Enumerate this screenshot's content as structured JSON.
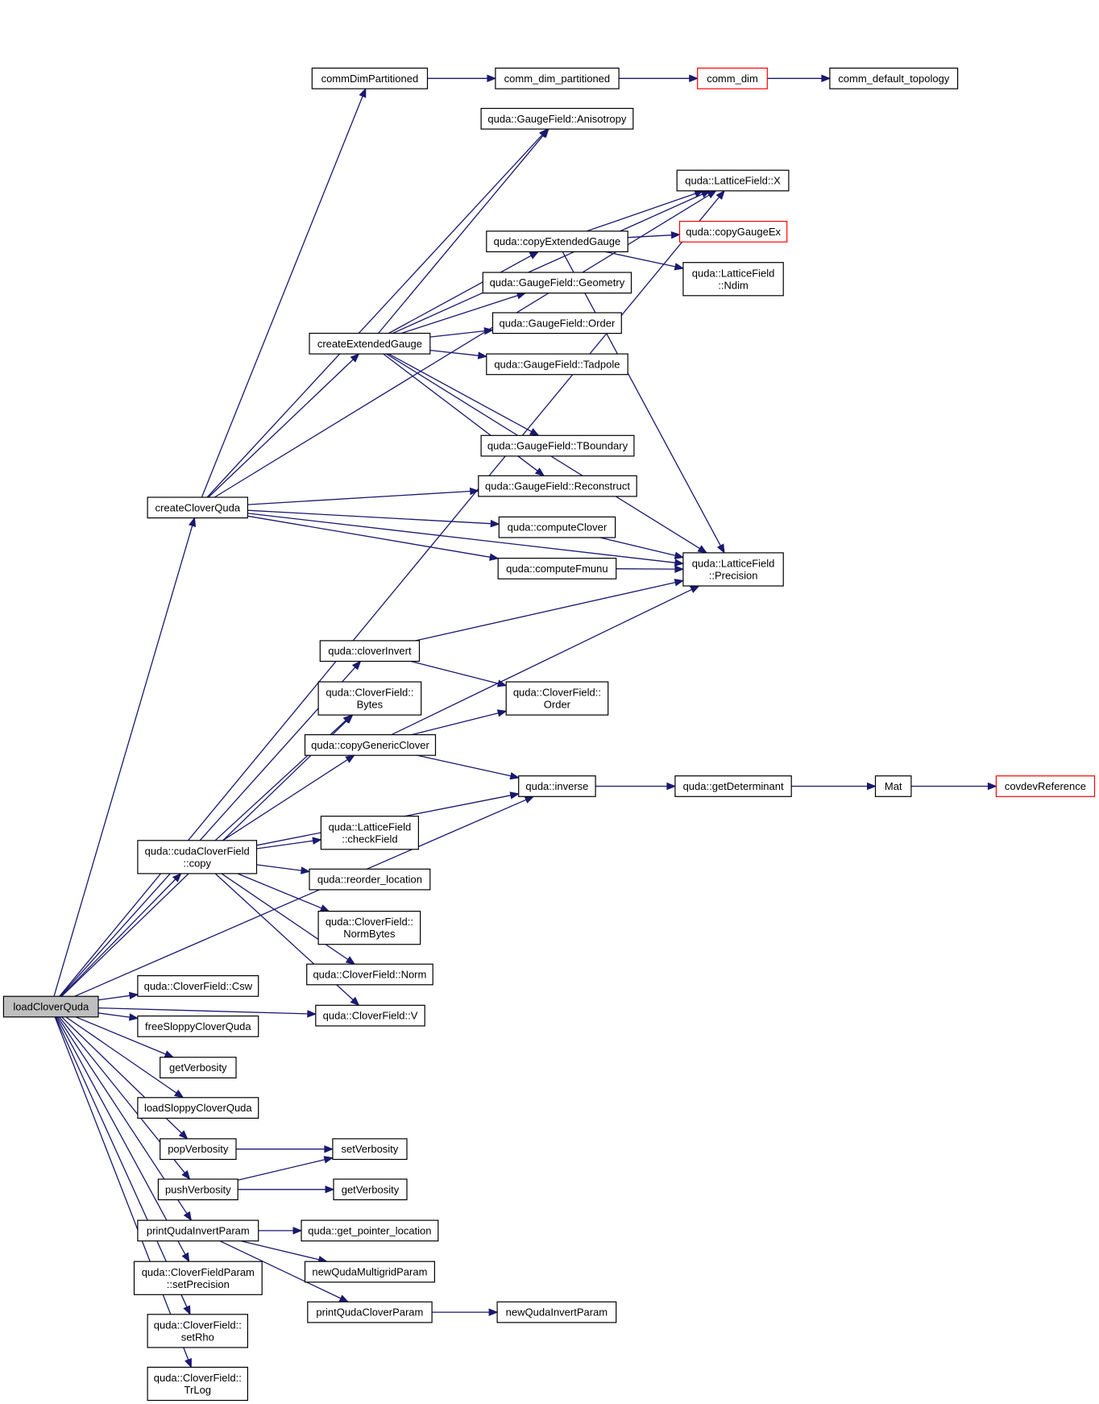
{
  "graph": {
    "colors": {
      "edge": "#191970",
      "node_border": "#000000",
      "truncated_border": "#ff0000",
      "root_fill": "#bfbfbf",
      "node_fill": "#ffffff"
    },
    "nodes": {
      "loadCloverQuda": {
        "label": [
          "loadCloverQuda"
        ],
        "kind": "root"
      },
      "commDimPartitioned": {
        "label": [
          "commDimPartitioned"
        ]
      },
      "comm_dim_partitioned": {
        "label": [
          "comm_dim_partitioned"
        ]
      },
      "comm_dim": {
        "label": [
          "comm_dim"
        ],
        "kind": "truncated"
      },
      "comm_default_topology": {
        "label": [
          "comm_default_topology"
        ]
      },
      "gf_anisotropy": {
        "label": [
          "quda::GaugeField::Anisotropy"
        ]
      },
      "lf_x": {
        "label": [
          "quda::LatticeField::X"
        ]
      },
      "copyExtendedGauge": {
        "label": [
          "quda::copyExtendedGauge"
        ]
      },
      "copyGaugeEx": {
        "label": [
          "quda::copyGaugeEx"
        ],
        "kind": "truncated"
      },
      "lf_ndim": {
        "label": [
          "quda::LatticeField",
          "::Ndim"
        ]
      },
      "gf_geometry": {
        "label": [
          "quda::GaugeField::Geometry"
        ]
      },
      "createExtendedGauge": {
        "label": [
          "createExtendedGauge"
        ]
      },
      "gf_order": {
        "label": [
          "quda::GaugeField::Order"
        ]
      },
      "gf_tadpole": {
        "label": [
          "quda::GaugeField::Tadpole"
        ]
      },
      "gf_tboundary": {
        "label": [
          "quda::GaugeField::TBoundary"
        ]
      },
      "gf_reconstruct": {
        "label": [
          "quda::GaugeField::Reconstruct"
        ]
      },
      "createCloverQuda": {
        "label": [
          "createCloverQuda"
        ]
      },
      "computeClover": {
        "label": [
          "quda::computeClover"
        ]
      },
      "lf_precision": {
        "label": [
          "quda::LatticeField",
          "::Precision"
        ]
      },
      "computeFmunu": {
        "label": [
          "quda::computeFmunu"
        ]
      },
      "cloverInvert": {
        "label": [
          "quda::cloverInvert"
        ]
      },
      "cf_bytes": {
        "label": [
          "quda::CloverField::",
          "Bytes"
        ]
      },
      "cf_order": {
        "label": [
          "quda::CloverField::",
          "Order"
        ]
      },
      "copyGenericClover": {
        "label": [
          "quda::copyGenericClover"
        ]
      },
      "inverse": {
        "label": [
          "quda::inverse"
        ]
      },
      "getDeterminant": {
        "label": [
          "quda::getDeterminant"
        ]
      },
      "mat": {
        "label": [
          "Mat"
        ]
      },
      "covdevReference": {
        "label": [
          "covdevReference"
        ],
        "kind": "truncated"
      },
      "lf_checkfield": {
        "label": [
          "quda::LatticeField",
          "::checkField"
        ]
      },
      "cudaCloverCopy": {
        "label": [
          "quda::cudaCloverField",
          "::copy"
        ]
      },
      "reorder_location": {
        "label": [
          "quda::reorder_location"
        ]
      },
      "cf_normbytes": {
        "label": [
          "quda::CloverField::",
          "NormBytes"
        ]
      },
      "cf_norm": {
        "label": [
          "quda::CloverField::Norm"
        ]
      },
      "cf_v": {
        "label": [
          "quda::CloverField::V"
        ]
      },
      "cf_csw": {
        "label": [
          "quda::CloverField::Csw"
        ]
      },
      "freeSloppyCloverQuda": {
        "label": [
          "freeSloppyCloverQuda"
        ]
      },
      "getVerbosity1": {
        "label": [
          "getVerbosity"
        ]
      },
      "loadSloppyCloverQuda": {
        "label": [
          "loadSloppyCloverQuda"
        ]
      },
      "popVerbosity": {
        "label": [
          "popVerbosity"
        ]
      },
      "setVerbosity": {
        "label": [
          "setVerbosity"
        ]
      },
      "pushVerbosity": {
        "label": [
          "pushVerbosity"
        ]
      },
      "getVerbosity2": {
        "label": [
          "getVerbosity"
        ]
      },
      "printQudaInvertParam": {
        "label": [
          "printQudaInvertParam"
        ]
      },
      "get_pointer_location": {
        "label": [
          "quda::get_pointer_location"
        ]
      },
      "newQudaMultigridParam": {
        "label": [
          "newQudaMultigridParam"
        ]
      },
      "cfp_setprecision": {
        "label": [
          "quda::CloverFieldParam",
          "::setPrecision"
        ]
      },
      "printQudaCloverParam": {
        "label": [
          "printQudaCloverParam"
        ]
      },
      "newQudaInvertParam": {
        "label": [
          "newQudaInvertParam"
        ]
      },
      "cf_setrho": {
        "label": [
          "quda::CloverField::",
          "setRho"
        ]
      },
      "cf_trlog": {
        "label": [
          "quda::CloverField::",
          "TrLog"
        ]
      }
    },
    "edges": [
      [
        "commDimPartitioned",
        "comm_dim_partitioned"
      ],
      [
        "comm_dim_partitioned",
        "comm_dim"
      ],
      [
        "comm_dim",
        "comm_default_topology"
      ],
      [
        "loadCloverQuda",
        "lf_x"
      ],
      [
        "createCloverQuda",
        "commDimPartitioned"
      ],
      [
        "createCloverQuda",
        "gf_anisotropy"
      ],
      [
        "createCloverQuda",
        "lf_x"
      ],
      [
        "createCloverQuda",
        "createExtendedGauge"
      ],
      [
        "createCloverQuda",
        "gf_reconstruct"
      ],
      [
        "createCloverQuda",
        "computeClover"
      ],
      [
        "createCloverQuda",
        "computeFmunu"
      ],
      [
        "createCloverQuda",
        "lf_precision"
      ],
      [
        "createExtendedGauge",
        "gf_anisotropy"
      ],
      [
        "createExtendedGauge",
        "lf_x"
      ],
      [
        "createExtendedGauge",
        "copyExtendedGauge"
      ],
      [
        "createExtendedGauge",
        "gf_geometry"
      ],
      [
        "createExtendedGauge",
        "gf_order"
      ],
      [
        "createExtendedGauge",
        "gf_tadpole"
      ],
      [
        "createExtendedGauge",
        "lf_precision"
      ],
      [
        "createExtendedGauge",
        "gf_tboundary"
      ],
      [
        "createExtendedGauge",
        "gf_reconstruct"
      ],
      [
        "copyExtendedGauge",
        "lf_x"
      ],
      [
        "copyExtendedGauge",
        "copyGaugeEx"
      ],
      [
        "copyExtendedGauge",
        "lf_ndim"
      ],
      [
        "copyExtendedGauge",
        "lf_precision"
      ],
      [
        "computeClover",
        "lf_precision"
      ],
      [
        "computeFmunu",
        "lf_precision"
      ],
      [
        "cloverInvert",
        "lf_precision"
      ],
      [
        "cloverInvert",
        "cf_order"
      ],
      [
        "copyGenericClover",
        "cf_order"
      ],
      [
        "copyGenericClover",
        "lf_precision"
      ],
      [
        "copyGenericClover",
        "inverse"
      ],
      [
        "inverse",
        "getDeterminant"
      ],
      [
        "getDeterminant",
        "mat"
      ],
      [
        "mat",
        "covdevReference"
      ],
      [
        "cudaCloverCopy",
        "cf_bytes"
      ],
      [
        "cudaCloverCopy",
        "copyGenericClover"
      ],
      [
        "cudaCloverCopy",
        "inverse"
      ],
      [
        "cudaCloverCopy",
        "lf_checkfield"
      ],
      [
        "cudaCloverCopy",
        "reorder_location"
      ],
      [
        "cudaCloverCopy",
        "cf_normbytes"
      ],
      [
        "cudaCloverCopy",
        "cf_norm"
      ],
      [
        "cudaCloverCopy",
        "cf_v"
      ],
      [
        "loadCloverQuda",
        "createCloverQuda"
      ],
      [
        "loadCloverQuda",
        "cloverInvert"
      ],
      [
        "loadCloverQuda",
        "cf_bytes"
      ],
      [
        "loadCloverQuda",
        "cudaCloverCopy"
      ],
      [
        "loadCloverQuda",
        "cf_v"
      ],
      [
        "loadCloverQuda",
        "inverse"
      ],
      [
        "loadCloverQuda",
        "cf_csw"
      ],
      [
        "loadCloverQuda",
        "freeSloppyCloverQuda"
      ],
      [
        "loadCloverQuda",
        "getVerbosity1"
      ],
      [
        "loadCloverQuda",
        "loadSloppyCloverQuda"
      ],
      [
        "loadCloverQuda",
        "popVerbosity"
      ],
      [
        "loadCloverQuda",
        "pushVerbosity"
      ],
      [
        "loadCloverQuda",
        "printQudaInvertParam"
      ],
      [
        "loadCloverQuda",
        "cfp_setprecision"
      ],
      [
        "loadCloverQuda",
        "cf_setrho"
      ],
      [
        "loadCloverQuda",
        "cf_trlog"
      ],
      [
        "popVerbosity",
        "setVerbosity"
      ],
      [
        "pushVerbosity",
        "setVerbosity"
      ],
      [
        "pushVerbosity",
        "getVerbosity2"
      ],
      [
        "printQudaInvertParam",
        "get_pointer_location"
      ],
      [
        "printQudaInvertParam",
        "newQudaMultigridParam"
      ],
      [
        "printQudaInvertParam",
        "printQudaCloverParam"
      ],
      [
        "printQudaCloverParam",
        "newQudaInvertParam"
      ]
    ]
  }
}
